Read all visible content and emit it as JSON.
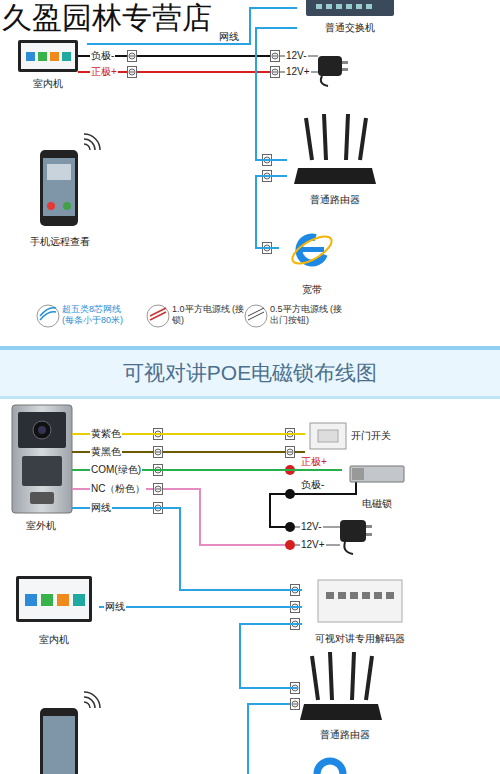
{
  "diagram": {
    "title": "可视对讲POE电磁锁布线图",
    "nodes": [
      {
        "text": [
          "室内机"
        ]
      },
      {
        "text": [
          "普通交换机"
        ]
      },
      {
        "text": [
          "普通路由器"
        ]
      },
      {
        "text": [
          "手机远程查看"
        ]
      },
      {
        "text": [
          "宽带"
        ]
      },
      {
        "text": [
          "室外机"
        ]
      },
      {
        "text": [
          "开门开关"
        ]
      },
      {
        "text": [
          "电磁锁"
        ]
      },
      {
        "text": [
          "室内机"
        ]
      },
      {
        "text": [
          "可视对讲专用解码器"
        ]
      },
      {
        "text": [
          "普通路由器"
        ]
      }
    ],
    "edges": [
      {
        "from": 0,
        "to": 1,
        "arrow": "none"
      },
      {
        "from": 1,
        "to": 2,
        "arrow": "none"
      },
      {
        "from": 2,
        "to": 4,
        "arrow": "none"
      },
      {
        "from": 5,
        "to": 6,
        "arrow": "none"
      },
      {
        "from": 5,
        "to": 7,
        "arrow": "none"
      },
      {
        "from": 5,
        "to": 9,
        "arrow": "none"
      },
      {
        "from": 8,
        "to": 9,
        "arrow": "none"
      },
      {
        "from": 9,
        "to": 10,
        "arrow": "none"
      }
    ],
    "labels": [
      "久盈园林专营店",
      "网线",
      "负极-",
      "正极+",
      "12V-",
      "12V+",
      "黄紫色",
      "黄黑色",
      "COM(绿色)",
      "NC（粉色）",
      "网线",
      "正极+",
      "负极-",
      "12V-",
      "12V+",
      "网线"
    ],
    "legend": [
      {
        "text": "超五类8芯网线 (每条小于80米)"
      },
      {
        "text": "1.0平方电源线 (接锁)"
      },
      {
        "text": "0.5平方电源线 (接出门按钮)"
      }
    ]
  }
}
